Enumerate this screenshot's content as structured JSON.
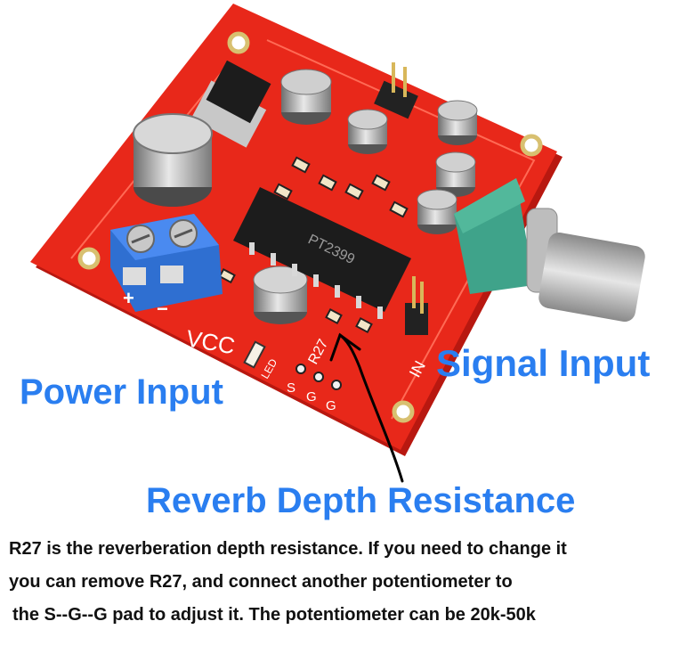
{
  "colors": {
    "board": "#e8281a",
    "board_dark": "#b81810",
    "label_blue": "#2a7ef0",
    "text": "#111111"
  },
  "board": {
    "silk": {
      "vcc": "VCC",
      "plus": "+",
      "minus": "−",
      "led": "LED",
      "r27": "R27",
      "s": "S",
      "g1": "G",
      "g2": "G",
      "in": "IN",
      "chip": "PT2399"
    }
  },
  "labels": {
    "signal_input": "Signal Input",
    "power_input": "Power Input",
    "reverb_depth": "Reverb Depth Resistance"
  },
  "description": {
    "line1": "R27 is the reverberation depth resistance. If you need to change it",
    "line2": "you can remove R27, and connect another potentiometer to",
    "line3": "the S--G--G pad to adjust it. The potentiometer can be 20k-50k"
  }
}
